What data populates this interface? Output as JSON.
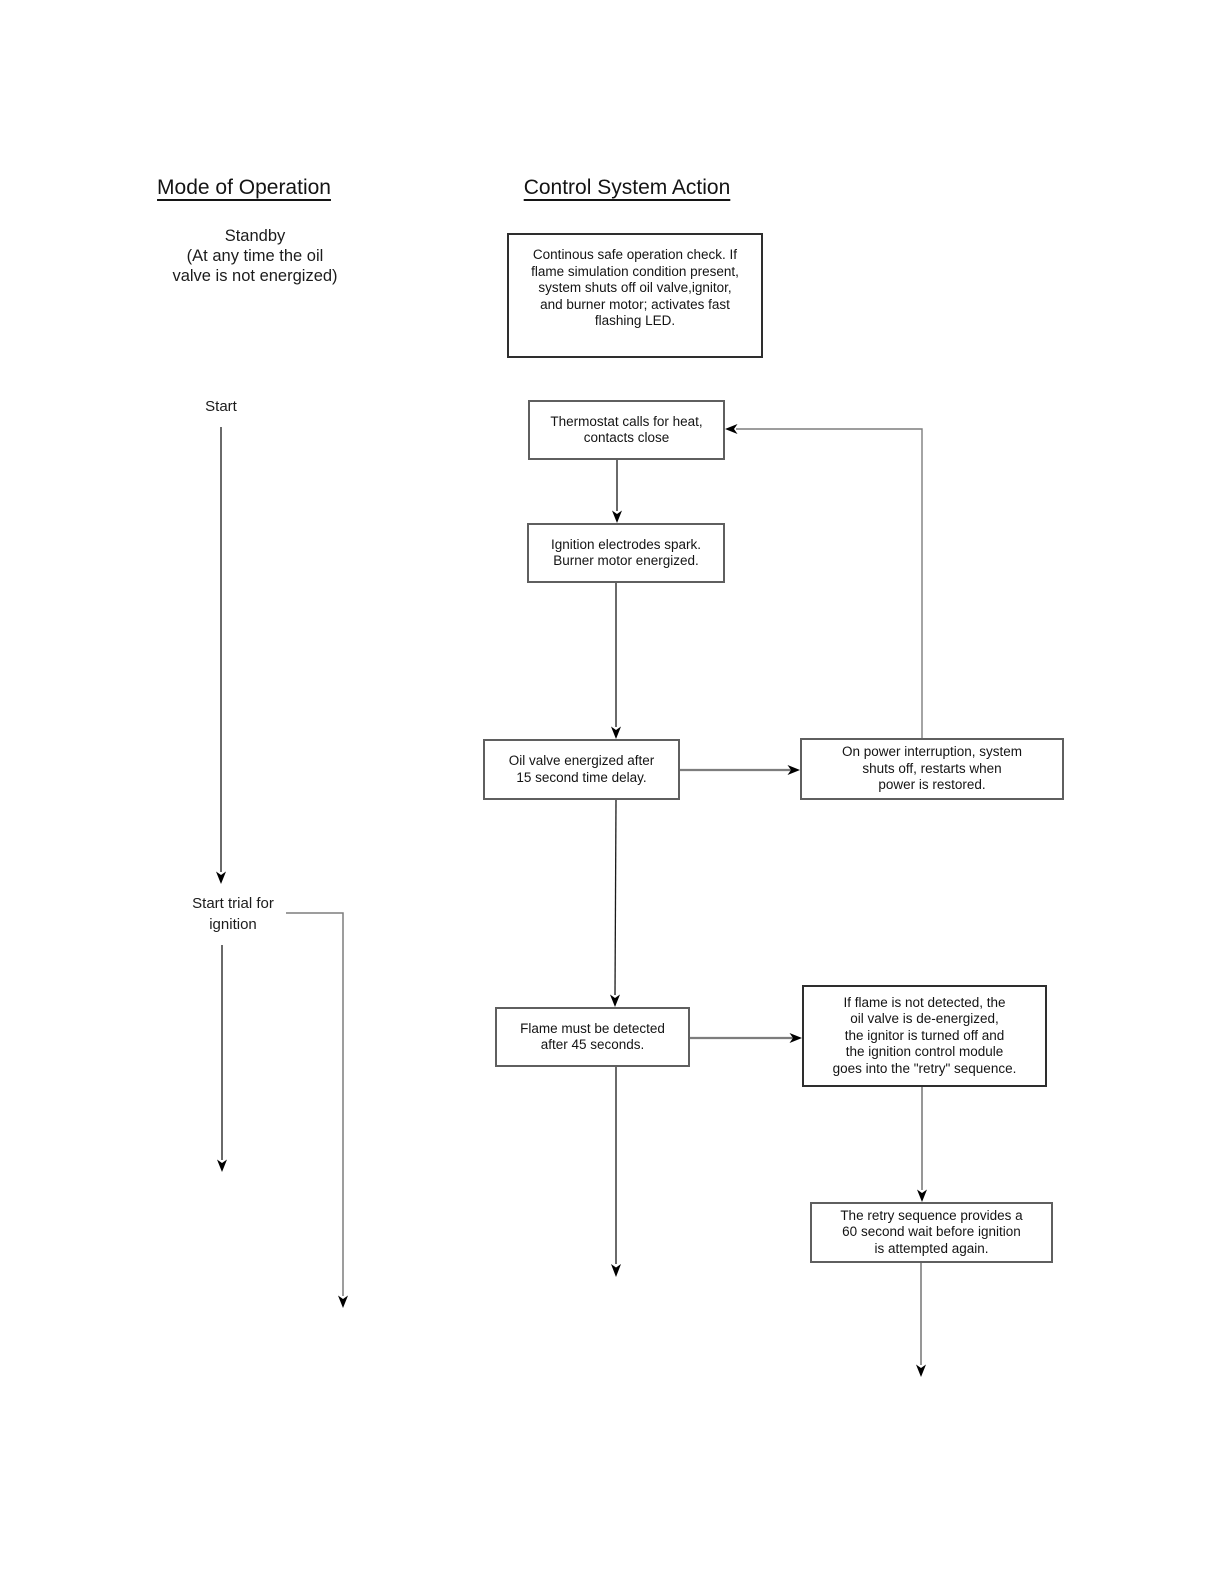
{
  "headers": {
    "left": "Mode of Operation",
    "right": "Control System Action"
  },
  "mode": {
    "standby": "Standby\n(At any time the oil\nvalve is not energized)",
    "start": "Start",
    "start_trial": "Start trial for\nignition"
  },
  "action": {
    "safety_check": "Continous safe operation check. If\nflame simulation condition present,\nsystem shuts off oil valve,ignitor,\nand burner motor; activates fast\nflashing LED.",
    "thermostat": "Thermostat calls for heat,\ncontacts close",
    "ignition": "Ignition electrodes spark.\nBurner motor energized.",
    "oil_valve": "Oil valve energized after\n15 second time delay.",
    "power": "On power interruption, system\nshuts off, restarts when\npower is restored.",
    "flame": "Flame must be detected\nafter 45 seconds.",
    "no_flame": "If flame is not detected, the\noil valve is de-energized,\nthe ignitor is turned off and\nthe ignition control module\ngoes into the \"retry\" sequence.",
    "retry": "The retry sequence provides a\n60 second wait before ignition\nis attempted again."
  },
  "colors": {
    "ink": "#1a1a1a",
    "box_border": "#5f5f5f",
    "connector_gray": "#7d7d7d",
    "background": "#ffffff"
  }
}
